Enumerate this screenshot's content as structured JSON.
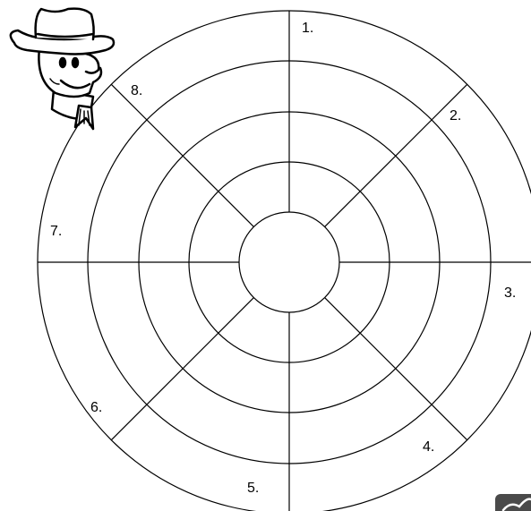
{
  "diagram": {
    "type": "wheel",
    "rings": 5,
    "spokes": 8,
    "segment_labels": [
      "1.",
      "2.",
      "3.",
      "4.",
      "5.",
      "6.",
      "7.",
      "8."
    ],
    "line_color": "#000000",
    "background_color": "#ffffff"
  },
  "decorations": {
    "top_left_icon": "cowboy-cartoon-icon",
    "bottom_right_icon": "checkmark-badge-icon"
  }
}
